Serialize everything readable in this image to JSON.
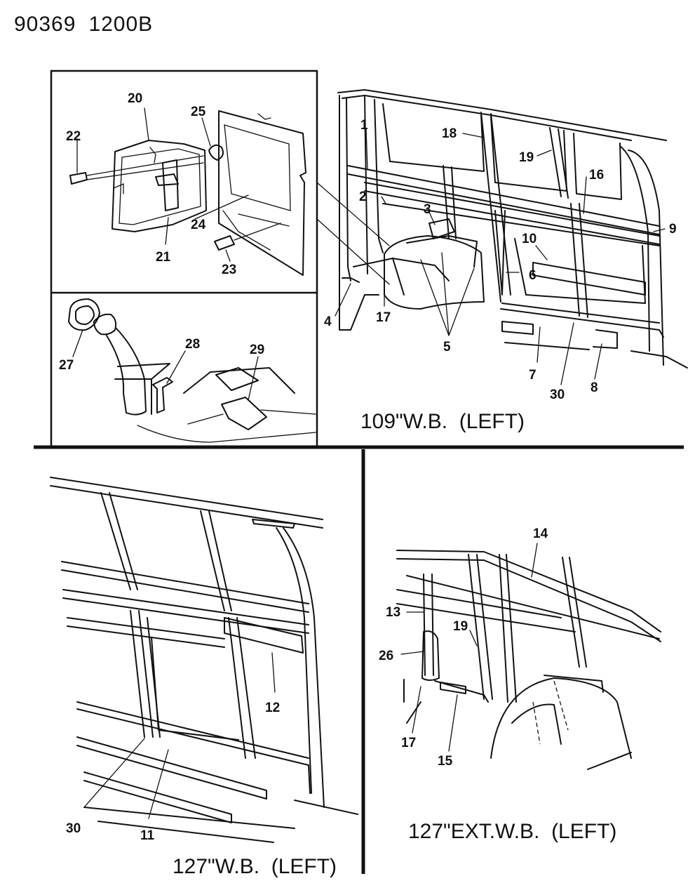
{
  "header": {
    "code_a": "90369",
    "code_b": "1200B"
  },
  "captions": {
    "top_right": "109\"W.B.  (LEFT)",
    "bottom_left": "127\"W.B.  (LEFT)",
    "bottom_right": "127\"EXT.W.B.  (LEFT)"
  },
  "callouts": {
    "inset_top": [
      "20",
      "22",
      "25",
      "21",
      "24",
      "23"
    ],
    "inset_bottom": [
      "27",
      "28",
      "29"
    ],
    "top_right": [
      "1",
      "18",
      "19",
      "16",
      "2",
      "3",
      "9",
      "10",
      "6",
      "4",
      "17",
      "5",
      "7",
      "30",
      "8"
    ],
    "bottom_left": [
      "12",
      "30",
      "11"
    ],
    "bottom_right": [
      "14",
      "13",
      "19",
      "26",
      "17",
      "15"
    ]
  }
}
